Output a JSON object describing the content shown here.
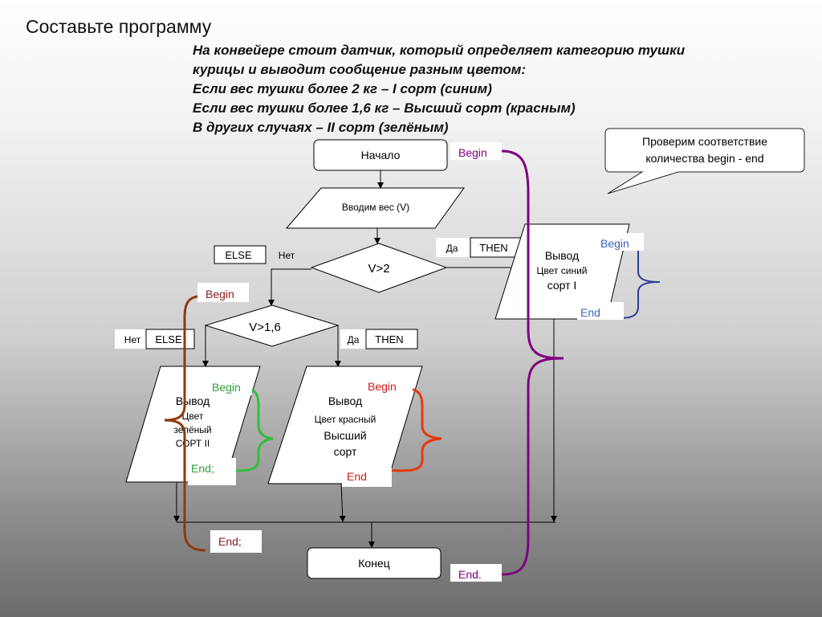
{
  "title": "Составьте программу",
  "task": {
    "lines": [
      "На конвейере стоит датчик, который определяет категорию тушки",
      "курицы и выводит сообщение разным цветом:",
      "Если вес тушки более 2 кг – I сорт (синим)",
      "Если вес тушки более 1,6 кг –  Высший сорт (красным)",
      "В других случаях – II сорт (зелёным)"
    ]
  },
  "callout": {
    "lines": [
      "Проверим соответствие",
      "количества begin - end"
    ]
  },
  "flow": {
    "start": "Начало",
    "input": "Вводим  вес (V)",
    "cond1": "V>2",
    "cond2": "V>1,6",
    "end": "Конец",
    "output_blue": {
      "line1": "Вывод",
      "line2": "Цвет синий",
      "line3": "сорт I"
    },
    "output_red": {
      "line1": "Вывод",
      "line2": "Цвет красный",
      "line3": "Высший",
      "line4": "сорт"
    },
    "output_green": {
      "line1": "Вывод",
      "line2": "Цвет",
      "line3": "зелёный",
      "line4": "СОРТ II"
    }
  },
  "labels": {
    "else1": "ELSE",
    "net1": "Нет",
    "da1": "Да",
    "then1": "THEN",
    "net2": "Нет",
    "else2": "ELSE",
    "da2": "Да",
    "then2": "THEN"
  },
  "blocks": {
    "purple_begin": "Begin",
    "purple_end": "End.",
    "blue_begin": "Begin",
    "blue_end": "End",
    "brown_begin": "Begin",
    "brown_end": "End;",
    "green_begin": "Begin",
    "green_end": "End;",
    "red_begin": "Begin",
    "red_end": "End"
  },
  "colors": {
    "purple": "#800080",
    "blue": "#2e3e9a",
    "blue_text": "#3c5fc4",
    "brown": "#8b3a0f",
    "brown_text": "#8b1a1a",
    "green": "#2fbf3a",
    "green_text": "#2e9e3e",
    "red": "#e8380d",
    "red_text": "#d41a1a"
  }
}
